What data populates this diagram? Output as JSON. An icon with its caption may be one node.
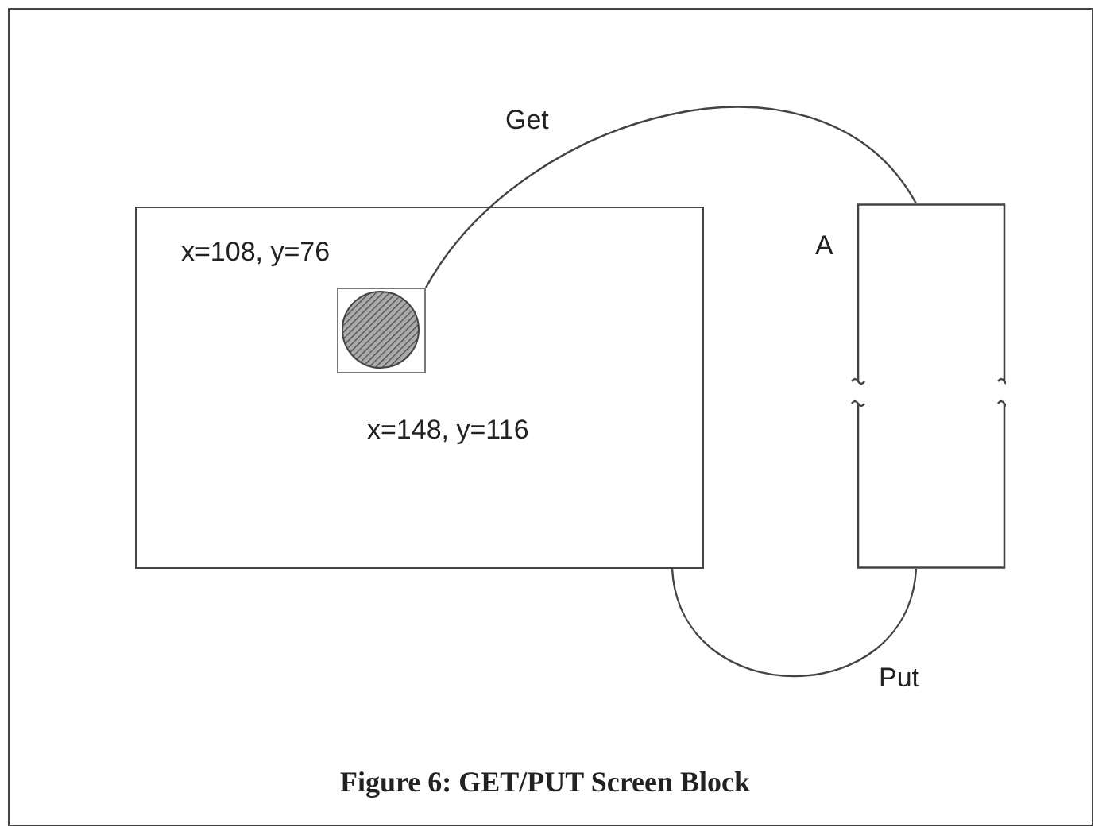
{
  "diagram": {
    "caption": "Figure 6: GET/PUT Screen Block",
    "nodes": [
      {
        "text": [
          "x=108, y=76",
          "x=148, y=116"
        ]
      },
      {
        "text": [],
        "shape": "box",
        "in": 0
      },
      {
        "text": [
          "A"
        ]
      }
    ],
    "edges": [
      {
        "from": 1,
        "to": 2,
        "arrow": "none",
        "label": "Get"
      },
      {
        "from": 2,
        "to": 0,
        "arrow": "none",
        "label": "Put"
      }
    ]
  }
}
